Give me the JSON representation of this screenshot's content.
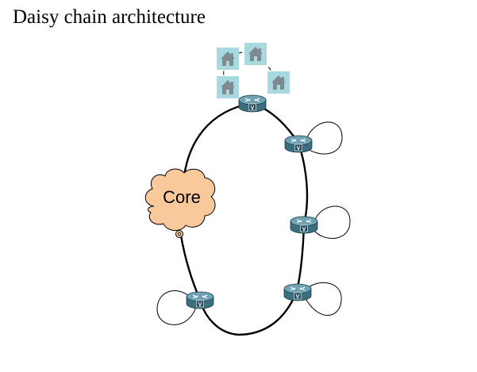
{
  "slide": {
    "title": "Daisy chain architecture"
  },
  "diagram": {
    "core_label": "Core",
    "router_badge": "V",
    "node_icons": {
      "core": "cloud-icon",
      "router": "router-icon",
      "home": "house-icon"
    },
    "routers": [
      {
        "id": "r-top",
        "name": "router-top"
      },
      {
        "id": "r-right-1",
        "name": "router-right-upper"
      },
      {
        "id": "r-right-2",
        "name": "router-right-middle"
      },
      {
        "id": "r-right-3",
        "name": "router-right-lower"
      },
      {
        "id": "r-bottom-left",
        "name": "router-bottom-left"
      }
    ],
    "homes_count_shown": 4,
    "colors": {
      "cloud_fill": "#f9c99c",
      "cloud_stroke": "#000000",
      "router_body": "#3b6f80",
      "router_top": "#6fa2b3",
      "house_bg": "#a8d8e0",
      "house_icon": "#7f8a90",
      "link": "#000000"
    }
  }
}
